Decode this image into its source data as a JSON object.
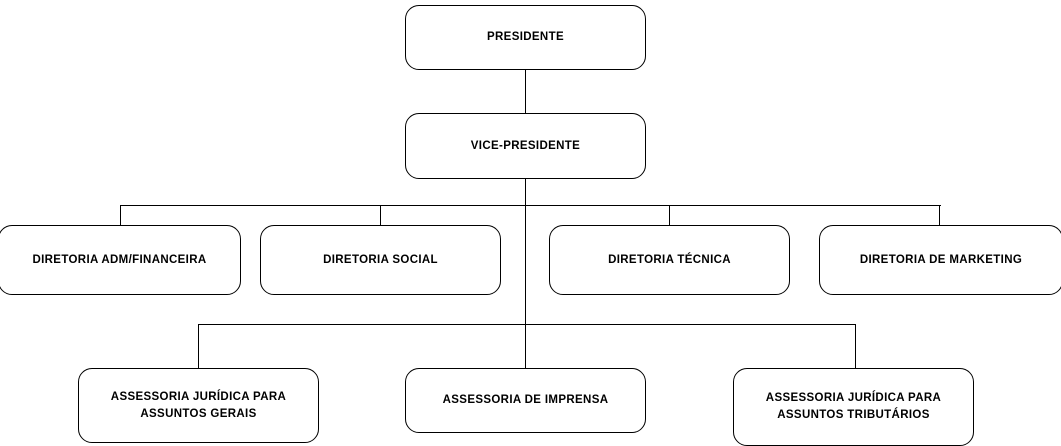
{
  "chart": {
    "type": "org-chart",
    "title": "",
    "background_color": "#ffffff",
    "line_color": "#000000",
    "text_color": "#000000",
    "levels": [
      {
        "level": 1,
        "nodes": [
          {
            "id": "presidente",
            "label": "PRESIDENTE"
          }
        ]
      },
      {
        "level": 2,
        "nodes": [
          {
            "id": "vice-presidente",
            "label": "VICE-PRESIDENTE"
          }
        ]
      },
      {
        "level": 3,
        "nodes": [
          {
            "id": "diretoria-adm",
            "label": "DIRETORIA ADM/FINANCEIRA"
          },
          {
            "id": "diretoria-social",
            "label": "DIRETORIA SOCIAL"
          },
          {
            "id": "diretoria-tecnica",
            "label": "DIRETORIA TÉCNICA"
          },
          {
            "id": "diretoria-marketing",
            "label": "DIRETORIA DE MARKETING"
          }
        ]
      },
      {
        "level": 4,
        "nodes": [
          {
            "id": "assessoria-juridica-gerais",
            "label": "ASSESSORIA JURÍDICA PARA\nASSUNTOS GERAIS"
          },
          {
            "id": "assessoria-imprensa",
            "label": "ASSESSORIA DE IMPRENSA"
          },
          {
            "id": "assessoria-juridica-tributarios",
            "label": "ASSESSORIA JURÍDICA PARA\nASSUNTOS TRIBUTÁRIOS"
          }
        ]
      }
    ]
  }
}
